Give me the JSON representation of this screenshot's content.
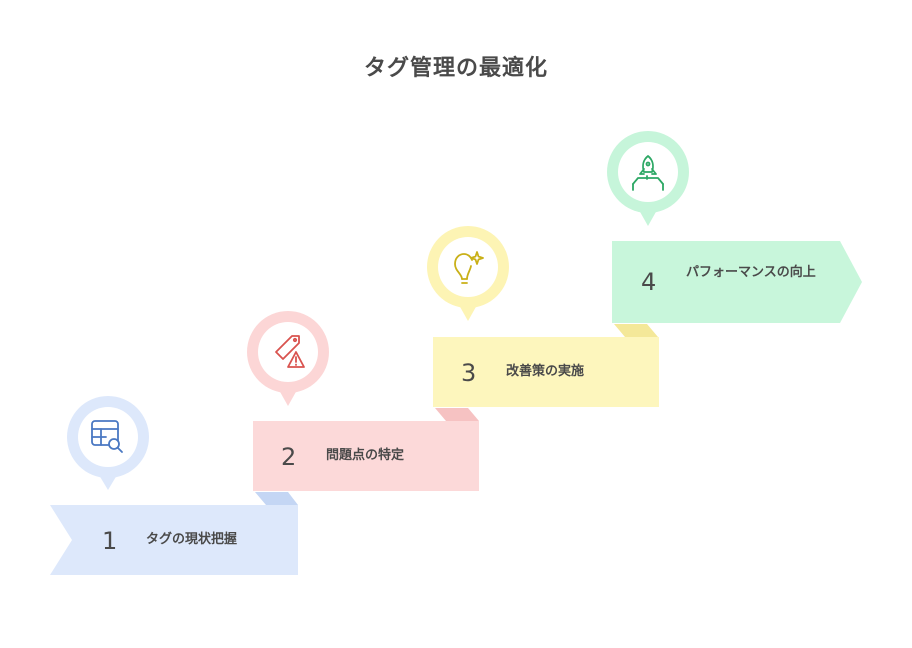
{
  "title": "タグ管理の最適化",
  "steps": [
    {
      "number": "1",
      "label": "タグの現状把握",
      "icon": "table-search-icon"
    },
    {
      "number": "2",
      "label": "問題点の特定",
      "icon": "tag-warning-icon"
    },
    {
      "number": "3",
      "label": "改善策の実施",
      "icon": "lightbulb-sparkle-icon"
    },
    {
      "number": "4",
      "label": "パフォーマンスの向上",
      "icon": "rocket-launch-icon"
    }
  ],
  "colors": {
    "step1_fill": "#dde8fb",
    "step1_circle": "#dde8fb",
    "step1_icon": "#4a78c2",
    "step1_fold": "#c4d6f4",
    "step2_fill": "#fcd9d9",
    "step2_circle": "#fcd6d6",
    "step2_icon": "#d9534f",
    "step2_fold": "#f6c2c2",
    "step3_fill": "#fdf6bd",
    "step3_circle": "#fdf4b4",
    "step3_icon": "#c9b018",
    "step3_fold": "#f4e899",
    "step4_fill": "#c8f6db",
    "step4_circle": "#c6f5da",
    "step4_icon": "#2da865",
    "step4_fold": "#a9edc8",
    "text": "#4a4a4a"
  }
}
